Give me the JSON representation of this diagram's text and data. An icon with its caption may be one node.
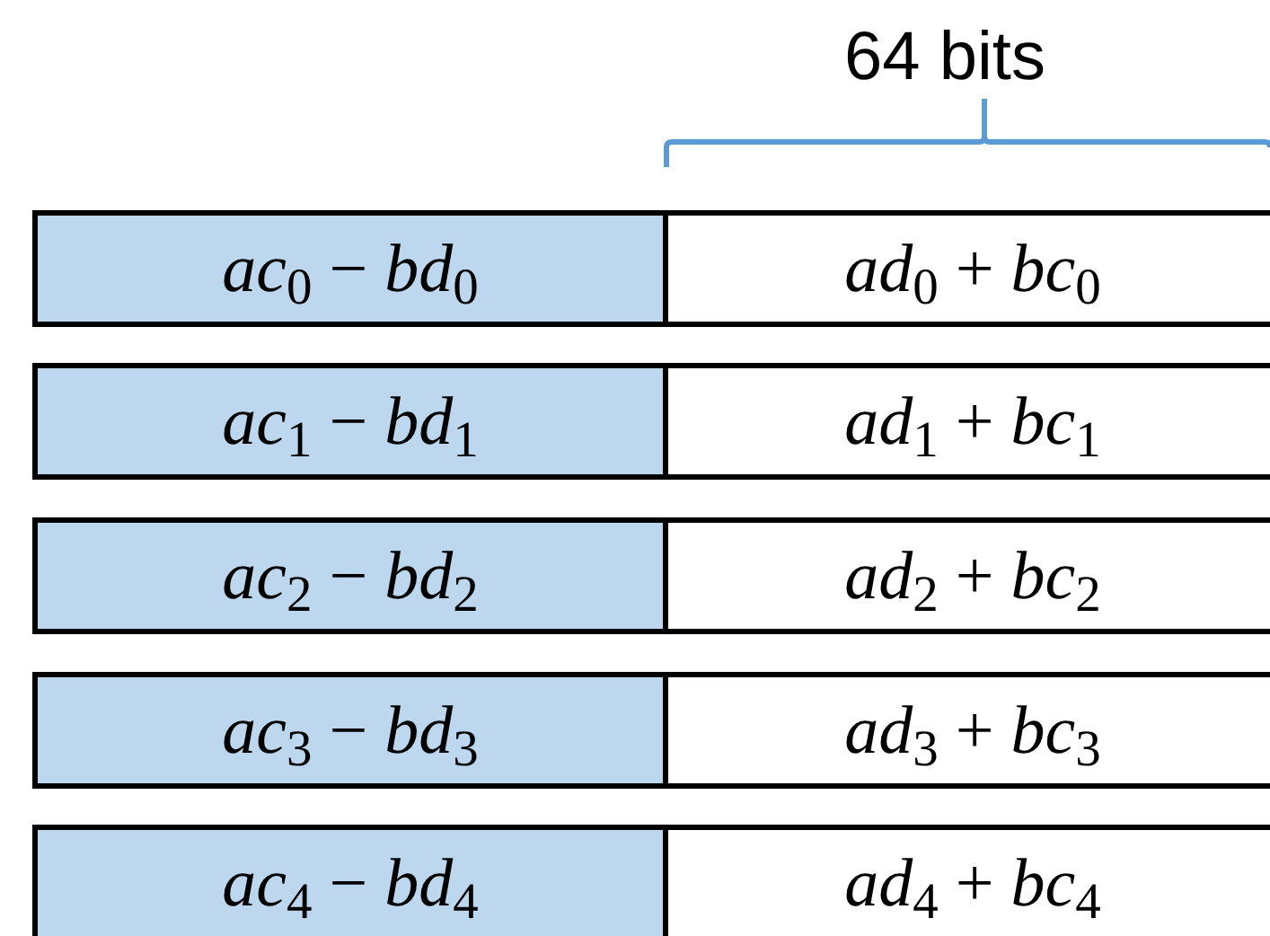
{
  "diagram": {
    "nodes": [
      {
        "text": [
          "*ac*$_{0}$ − *bd*$_{0}$"
        ]
      },
      {
        "text": [
          "*ad*$_{0}$ + *bc*$_{0}$"
        ]
      },
      {
        "text": [
          "*ac*$_{1}$ − *bd*$_{1}$"
        ]
      },
      {
        "text": [
          "*ad*$_{1}$ + *bc*$_{1}$"
        ]
      },
      {
        "text": [
          "*ac*$_{2}$ − *bd*$_{2}$"
        ]
      },
      {
        "text": [
          "*ad*$_{2}$ + *bc*$_{2}$"
        ]
      },
      {
        "text": [
          "*ac*$_{3}$ − *bd*$_{3}$"
        ]
      },
      {
        "text": [
          "*ad*$_{3}$ + *bc*$_{3}$"
        ]
      },
      {
        "text": [
          "*ac*$_{4}$ − *bd*$_{4}$"
        ]
      },
      {
        "text": [
          "*ad*$_{4}$ + *bc*$_{4}$"
        ]
      }
    ],
    "labels": [
      "64 bits"
    ]
  }
}
